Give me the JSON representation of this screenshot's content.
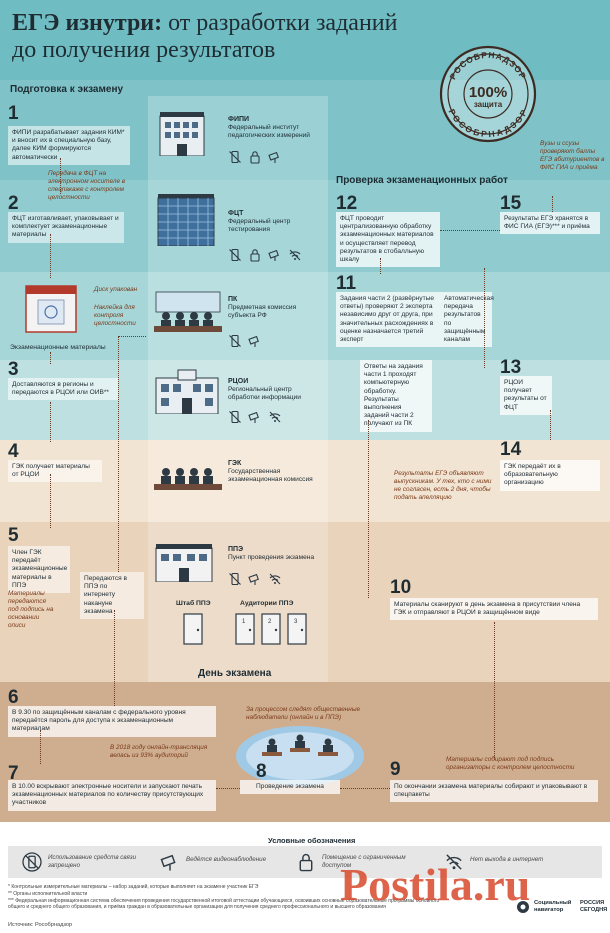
{
  "title": {
    "bold": "ЕГЭ изнутри:",
    "rest_line1": " от разработки заданий",
    "line2": "до получения результатов"
  },
  "stamp": {
    "top": "РОСОБРНАДЗОР",
    "center_big": "100%",
    "center_small": "защита",
    "bottom": "РОСОБРНАДЗОР"
  },
  "sections": {
    "prep": "Подготовка к экзамену",
    "check": "Проверка экзаменационных работ",
    "exam_day": "День экзамена"
  },
  "steps": {
    "s1": {
      "num": "1",
      "text": "ФИПИ разрабатывает задания КИМ* и вносит их в специальную базу, далее КИМ формируются автоматически"
    },
    "s2": {
      "num": "2",
      "text": "ФЦТ изготавливает, упаковывает и комплектует экзаменационные материалы"
    },
    "s3": {
      "num": "3",
      "text": "Доставляются в регионы и передаются в РЦОИ или ОИВ**"
    },
    "s4": {
      "num": "4",
      "text": "ГЭК получает материалы от РЦОИ"
    },
    "s5": {
      "num": "5",
      "text": "Член ГЭК передаёт экзаменационные материалы в ППЭ"
    },
    "s5b": {
      "text": "Передаются в ППЭ по интернету накануне экзамена"
    },
    "s6": {
      "num": "6",
      "text": "В 9.30 по защищённым каналам с федерального уровня передаётся пароль для доступа к экзаменационным материалам"
    },
    "s7": {
      "num": "7",
      "text": "В 10.00 вскрывают электронные носители и запускают печать экзаменационных материалов по количеству присутствующих участников"
    },
    "s8": {
      "num": "8",
      "text": "Проведение экзамена"
    },
    "s9": {
      "num": "9",
      "text": "По окончании экзамена материалы собирают и упаковывают в спецпакеты"
    },
    "s10": {
      "num": "10",
      "text": "Материалы сканируют в день экзамена в присутствии члена ГЭК и отправляют в РЦОИ в защищённом виде"
    },
    "s11": {
      "num": "11",
      "text": "Задания части 2 (развёрнутые ответы) проверяют 2 эксперта независимо друг от друга, при значительных расхождениях в оценке назначается третий эксперт"
    },
    "s11b": {
      "text": "Ответы на задания части 1 проходят компьютерную обработку. Результаты выполнения заданий части 2 получают из ПК"
    },
    "s11c": {
      "text": "Автоматическая передача результатов по защищённым каналам"
    },
    "s12": {
      "num": "12",
      "text": "ФЦТ проводит централизованную обработку экзаменационных материалов и осуществляет перевод результатов в стобалльную шкалу"
    },
    "s13": {
      "num": "13",
      "text": "РЦОИ получает результаты от ФЦТ"
    },
    "s14": {
      "num": "14",
      "text": "ГЭК передаёт их в образовательную организацию"
    },
    "s15": {
      "num": "15",
      "text": "Результаты ЕГЭ хранятся в ФИС ГИА (ЕГЭ)*** и приёма"
    }
  },
  "orgs": {
    "fipi": {
      "abbr": "ФИПИ",
      "full": "Федеральный институт педагогических измерений"
    },
    "fct": {
      "abbr": "ФЦТ",
      "full": "Федеральный центр тестирования"
    },
    "pk": {
      "abbr": "ПК",
      "full": "Предметная комиссия субъекта РФ"
    },
    "rcoi": {
      "abbr": "РЦОИ",
      "full": "Региональный центр обработки информации"
    },
    "gek": {
      "abbr": "ГЭК",
      "full": "Государственная экзаменационная комиссия"
    },
    "ppe": {
      "abbr": "ППЭ",
      "full": "Пункт проведения экзамена"
    }
  },
  "notes": {
    "n1": "Передача в ФЦТ на электронном носителе в спецпакаже с контролем целостности",
    "disk": "Диск упакован",
    "sticker": "Наклейка для контроля целостности",
    "materials": "Экзаменационные материалы",
    "n5": "Материалы передаются под подпись на основании описи",
    "unis": "Вузы и ссузы проверяют баллы ЕГЭ абитуриентов в ФИС ГИА и приёма",
    "results": "Результаты ЕГЭ объявляют выпускникам. У тех, кто с ними не согласен, есть 2 дня, чтобы подать апелляцию",
    "observers": "За процессом следят общественные наблюдатели (онлайн и в ППЭ)",
    "online": "В 2018 году онлайн-трансляция велась из 93% аудиторий",
    "collect": "Материалы собирают под подпись организаторы с контролем целостности"
  },
  "ppe_parts": {
    "hq": "Штаб ППЭ",
    "rooms": "Аудитории ППЭ"
  },
  "legend": {
    "title": "Условные обозначения",
    "items": [
      {
        "icon": "no-phone-icon",
        "text": "Использование средств связи запрещено"
      },
      {
        "icon": "camera-icon",
        "text": "Ведётся видеонаблюдение"
      },
      {
        "icon": "lock-icon",
        "text": "Помещение с ограниченным доступом"
      },
      {
        "icon": "no-wifi-icon",
        "text": "Нет выхода в интернет"
      }
    ]
  },
  "footnotes": {
    "f1": "* Контрольные измерительные материалы – набор заданий, которые выполняет на экзамене участник ЕГЭ",
    "f2": "** Органы исполнительной власти",
    "f3": "*** Федеральная информационная система обеспечения проведения государственной итоговой аттестации обучающихся, освоивших основные образовательные программы основного общего и среднего общего образования, и приёма граждан в образовательные организации для получения среднего профессионального и высшего образования",
    "source": "Источник: Рособрнадзор"
  },
  "watermark": "Postila.ru",
  "brand": {
    "line1": "Социальный навигатор",
    "line2": "РОССИЯ СЕГОДНЯ"
  },
  "colors": {
    "teal_dark": "#7fc2c8",
    "teal": "#a9d8da",
    "beige": "#f1dfca",
    "tan": "#e5c9ad",
    "brown": "#c9a789",
    "accent": "#d84a2c"
  }
}
